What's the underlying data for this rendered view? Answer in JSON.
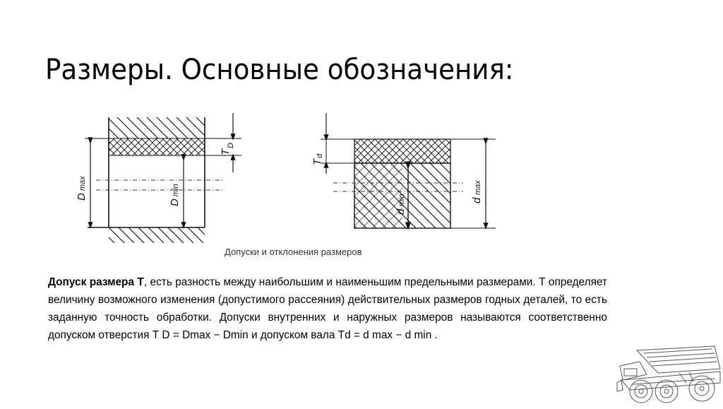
{
  "slide": {
    "title": "Размеры. Основные обозначения:",
    "figure_caption": "Допуски и отклонения размеров",
    "labels": {
      "D_max_main": "D",
      "D_max_sub": "max",
      "D_min_main": "D",
      "D_min_sub": "min",
      "T_D_main": "T",
      "T_D_sub": "D",
      "T_d_main": "T",
      "T_d_sub": "d",
      "d_min_main": "d",
      "d_min_sub": "min",
      "d_max_main": "d",
      "d_max_sub": "max"
    },
    "paragraph": {
      "term": "Допуск размера Т",
      "text": ", есть разность между наибольшим и наименьшим предельными размерами. Т определяет величину возможного изменения (допустимого рассеяния) действительных размеров годных деталей, то есть заданную точность обработки. Допуски внутренних и наружных размеров называются соответственно допуском отверстия Т D = Dmax − Dmin и допуском вала Td = d max − d min ."
    },
    "decoration": {
      "truck_icon": "dump-truck-illustration"
    }
  }
}
